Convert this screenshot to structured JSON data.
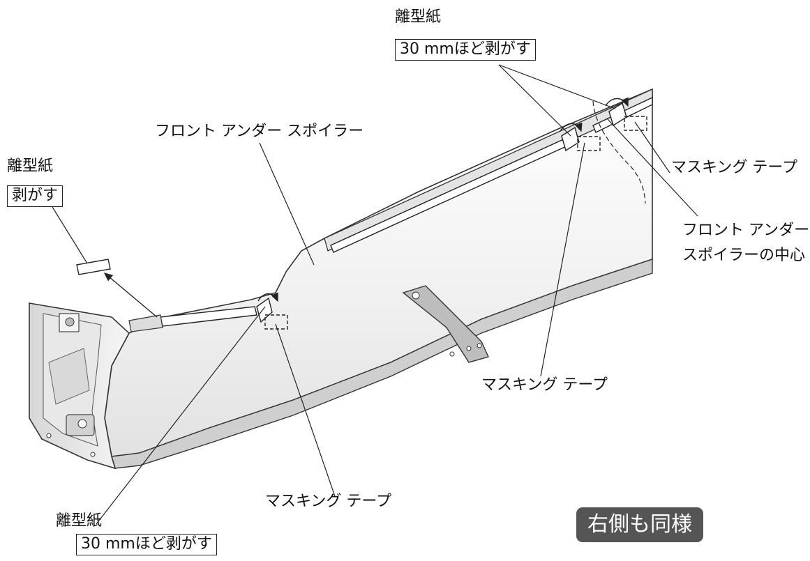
{
  "labels": {
    "release_paper_top": "離型紙",
    "peel_30mm_top": "30 mmほど剥がす",
    "release_paper_left": "離型紙",
    "peel_left": "剥がす",
    "release_paper_bottom": "離型紙",
    "peel_30mm_bottom": "30 mmほど剥がす",
    "front_under_spoiler": "フロント アンダー スポイラー",
    "masking_tape_right": "マスキング テープ",
    "masking_tape_center": "マスキング テープ",
    "masking_tape_bottom": "マスキング テープ",
    "spoiler_center_line1": "フロント アンダー",
    "spoiler_center_line2": "スポイラーの中心",
    "same_for_right_side": "右側も同様"
  },
  "colors": {
    "badge_background": "#555555",
    "outline": "#222222",
    "part_fill": "#f3f3f3",
    "edge_fill": "#c9c9c9"
  }
}
